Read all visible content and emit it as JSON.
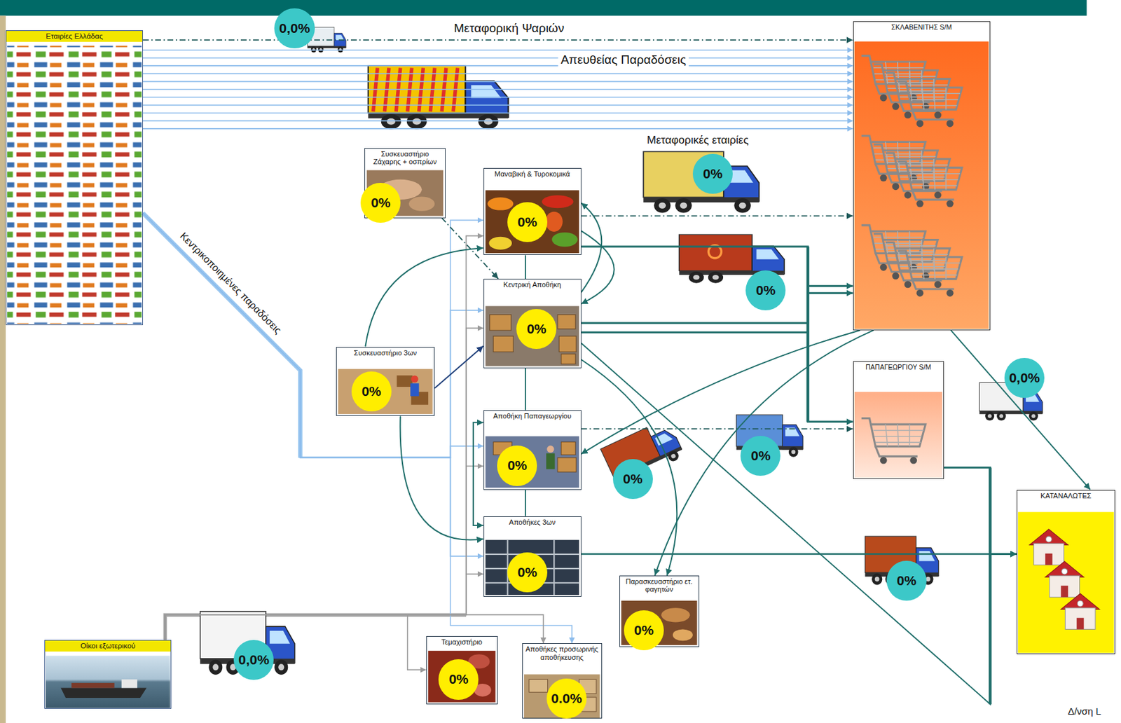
{
  "diagram": {
    "nodes": [
      {
        "text": [
          "Εταιρίες Ελλάδας"
        ]
      },
      {
        "text": [
          "0,0%"
        ]
      },
      {
        "text": [
          "ΣΚΛΑΒΕΝΙΤΗΣ S/M"
        ]
      },
      {
        "text": [
          "0%"
        ]
      },
      {
        "text": [
          "Συσκευαστήριο Ζάχαρης + οσπρίων"
        ]
      },
      {
        "text": [
          "0%"
        ],
        "in": 4
      },
      {
        "text": [
          "Μαναβική & Τυροκομικά"
        ]
      },
      {
        "text": [
          "0%"
        ],
        "in": 6
      },
      {
        "text": [
          "Κεντρική Αποθήκη"
        ]
      },
      {
        "text": [
          "0%"
        ],
        "in": 8
      },
      {
        "text": [
          "0%"
        ]
      },
      {
        "text": [
          "Συσκευαστήριο 3ων"
        ]
      },
      {
        "text": [
          "0%"
        ],
        "in": 11
      },
      {
        "text": [
          "ΠΑΠΑΓΕΩΡΓΙΟΥ S/M"
        ]
      },
      {
        "text": [
          "0,0%"
        ]
      },
      {
        "text": [
          "Αποθήκη Παπαγεωργίου"
        ]
      },
      {
        "text": [
          "0%"
        ],
        "in": 15
      },
      {
        "text": [
          "0%"
        ]
      },
      {
        "text": [
          "0%"
        ]
      },
      {
        "text": [
          "ΚΑΤΑΝΑΛΩΤΕΣ"
        ]
      },
      {
        "text": [
          "Αποθήκες 3ων"
        ]
      },
      {
        "text": [
          "0%"
        ],
        "in": 20
      },
      {
        "text": [
          "0%"
        ]
      },
      {
        "text": [
          "Παρασκευαστήριο ετ. φαγητών"
        ]
      },
      {
        "text": [
          "0%"
        ],
        "in": 23
      },
      {
        "text": [
          "Οίκοι εξωτερικού"
        ]
      },
      {
        "text": [
          "0,0%"
        ]
      },
      {
        "text": [
          "Τεμαχιστήριο"
        ]
      },
      {
        "text": [
          "0%"
        ],
        "in": 27
      },
      {
        "text": [
          "Αποθήκες προσωρινής αποθήκευσης"
        ]
      },
      {
        "text": [
          "0.0%"
        ],
        "in": 29
      }
    ],
    "edges": [
      {
        "from": 0,
        "to": 2,
        "arrow": "to",
        "label": "Μεταφορική Ψαριών"
      },
      {
        "from": 0,
        "to": 2,
        "arrow": "to",
        "label": "Απευθείας Παραδόσεις"
      },
      {
        "from": 0,
        "to": 2,
        "arrow": "to"
      },
      {
        "from": 0,
        "to": 2,
        "arrow": "to"
      },
      {
        "from": 0,
        "to": 2,
        "arrow": "to"
      },
      {
        "from": 0,
        "to": 2,
        "arrow": "to"
      },
      {
        "from": 0,
        "to": 2,
        "arrow": "to"
      },
      {
        "from": 0,
        "to": 2,
        "arrow": "to"
      },
      {
        "from": 0,
        "to": 2,
        "arrow": "to"
      },
      {
        "from": 0,
        "to": 2,
        "arrow": "to"
      },
      {
        "from": 0,
        "to": 2,
        "arrow": "to"
      },
      {
        "from": 0,
        "to": 2,
        "arrow": "to"
      },
      {
        "from": 0,
        "to": 6,
        "arrow": "to"
      },
      {
        "from": 0,
        "to": 8,
        "arrow": "to"
      },
      {
        "from": 0,
        "to": 15,
        "arrow": "to"
      },
      {
        "from": 0,
        "to": 20,
        "arrow": "to"
      },
      {
        "from": 0,
        "to": 29,
        "arrow": "to"
      },
      {
        "from": 25,
        "to": 6,
        "arrow": "to"
      },
      {
        "from": 25,
        "to": 8,
        "arrow": "to"
      },
      {
        "from": 25,
        "to": 15,
        "arrow": "to"
      },
      {
        "from": 25,
        "to": 20,
        "arrow": "to"
      },
      {
        "from": 25,
        "to": 27,
        "arrow": "to"
      },
      {
        "from": 25,
        "to": 29,
        "arrow": "to"
      },
      {
        "from": 4,
        "to": 8,
        "arrow": "to"
      },
      {
        "from": 11,
        "to": 6,
        "arrow": "to"
      },
      {
        "from": 11,
        "to": 8,
        "arrow": "to"
      },
      {
        "from": 11,
        "to": 20,
        "arrow": "to"
      },
      {
        "from": 6,
        "to": 8,
        "arrow": "to"
      },
      {
        "from": 8,
        "to": 6,
        "arrow": "to"
      },
      {
        "from": 6,
        "to": 8,
        "arrow": "none"
      },
      {
        "from": 8,
        "to": 15,
        "arrow": "none"
      },
      {
        "from": 15,
        "to": 20,
        "arrow": "none"
      },
      {
        "from": 15,
        "to": 20,
        "arrow": "both"
      },
      {
        "from": 6,
        "to": 2,
        "arrow": "to"
      },
      {
        "from": 15,
        "to": 13,
        "arrow": "to"
      },
      {
        "from": 6,
        "to": 2,
        "arrow": "to"
      },
      {
        "from": 8,
        "to": 2,
        "arrow": "to"
      },
      {
        "from": 8,
        "to": 13,
        "arrow": "to"
      },
      {
        "from": 20,
        "to": 19,
        "arrow": "to"
      },
      {
        "from": 2,
        "to": 19,
        "arrow": "to"
      },
      {
        "from": 13,
        "to": 19,
        "arrow": "to"
      },
      {
        "from": 8,
        "to": 19,
        "arrow": "to"
      },
      {
        "from": 8,
        "to": 23,
        "arrow": "to"
      },
      {
        "from": 2,
        "to": 15,
        "arrow": "to"
      },
      {
        "from": 2,
        "to": 23,
        "arrow": "to"
      }
    ],
    "labels": [
      "Μεταφορικές εταιρίες",
      "Κεντρικοποιημένες παραδόσεις",
      "Δ/νση L"
    ]
  }
}
